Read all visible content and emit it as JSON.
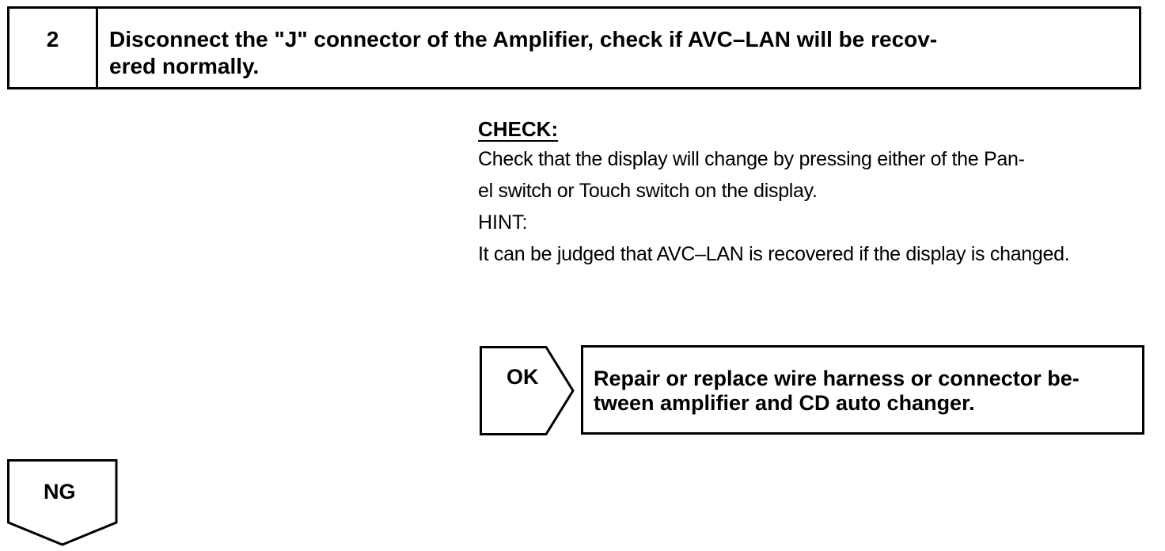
{
  "step": {
    "number": "2",
    "title": "Disconnect the \"J\" connector of the Amplifier, check if AVC–LAN will be recov-\nered normally."
  },
  "check": {
    "heading": "CHECK:",
    "text": "Check that the display will change by pressing either of the Pan-\nel switch or Touch switch on the display.",
    "hint_label": "HINT:",
    "hint_text": "It can be judged that AVC–LAN is recovered if the display is changed."
  },
  "ok_result": {
    "label": "OK",
    "action": "Repair or replace wire harness or connector be-\ntween amplifier and CD auto changer."
  },
  "ng_result": {
    "label": "NG"
  }
}
